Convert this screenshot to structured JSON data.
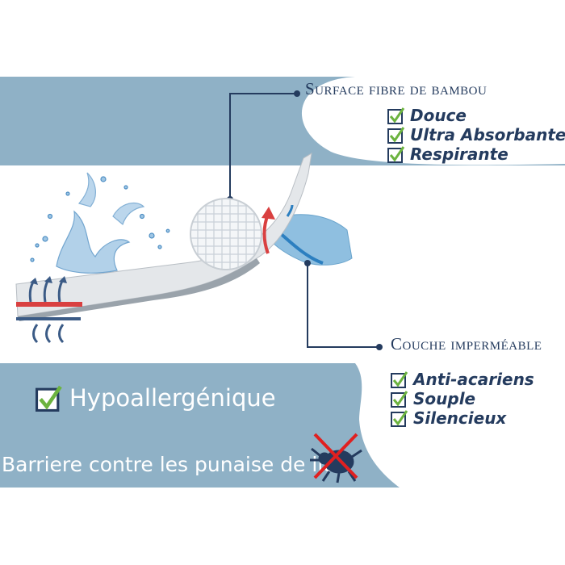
{
  "colors": {
    "band": "#8fb1c6",
    "navy": "#243b5e",
    "check_green": "#6cb33f",
    "cross_red": "#e02020",
    "arrow_red": "#d94040",
    "arrow_blue": "#2c7fc0",
    "waterproof_layer": "#8fbfe0"
  },
  "top_callout": {
    "title": "Surface fibre de bambou",
    "features": [
      "Douce",
      "Ultra Absorbante",
      "Respirante"
    ]
  },
  "middle_callout": {
    "title": "Couche imperméable"
  },
  "bottom_panel": {
    "main_feature": "Hypoallergénique",
    "features": [
      "Anti-acariens",
      "Souple",
      "Silencieux"
    ],
    "barrier_text": "Barriere contre les punaise de lit"
  },
  "icons": {
    "checkbox": "checkbox-checked-icon",
    "bedbug": "bedbug-crossed-icon",
    "water": "water-splash-icon",
    "heat_arrow": "heat-arrow-icon",
    "air_wave": "air-wave-icon",
    "magnifier": "fabric-magnifier-icon"
  }
}
